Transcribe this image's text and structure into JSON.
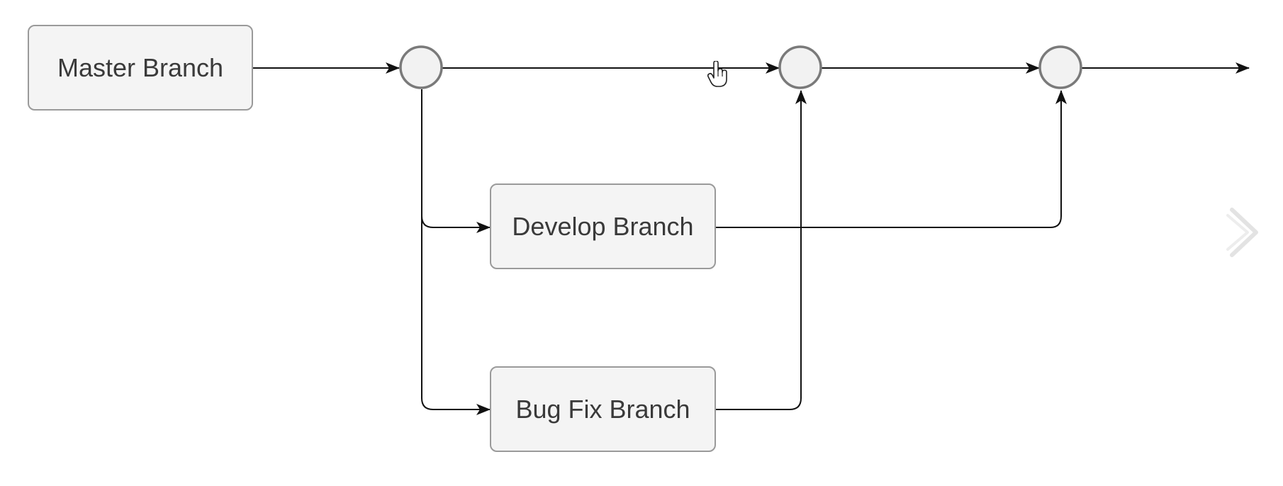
{
  "nodes": {
    "master": {
      "label": "Master Branch"
    },
    "develop": {
      "label": "Develop Branch"
    },
    "bugfix": {
      "label": "Bug Fix Branch"
    }
  },
  "commits": [
    {
      "id": "commit-1"
    },
    {
      "id": "commit-2"
    },
    {
      "id": "commit-3"
    }
  ],
  "edges": [
    {
      "from": "master",
      "to": "commit-1"
    },
    {
      "from": "commit-1",
      "to": "commit-2"
    },
    {
      "from": "commit-2",
      "to": "commit-3"
    },
    {
      "from": "commit-3",
      "to": "end"
    },
    {
      "from": "commit-1",
      "to": "develop"
    },
    {
      "from": "commit-1",
      "to": "bugfix"
    },
    {
      "from": "develop",
      "to": "commit-3"
    },
    {
      "from": "bugfix",
      "to": "commit-2"
    }
  ],
  "icons": {
    "cursor": "hand-pointer-icon",
    "next": "chevron-right-icon"
  },
  "colors": {
    "box_fill": "#f4f4f4",
    "box_border": "#9a9a9a",
    "line": "#111111",
    "text": "#3a3a3a"
  }
}
